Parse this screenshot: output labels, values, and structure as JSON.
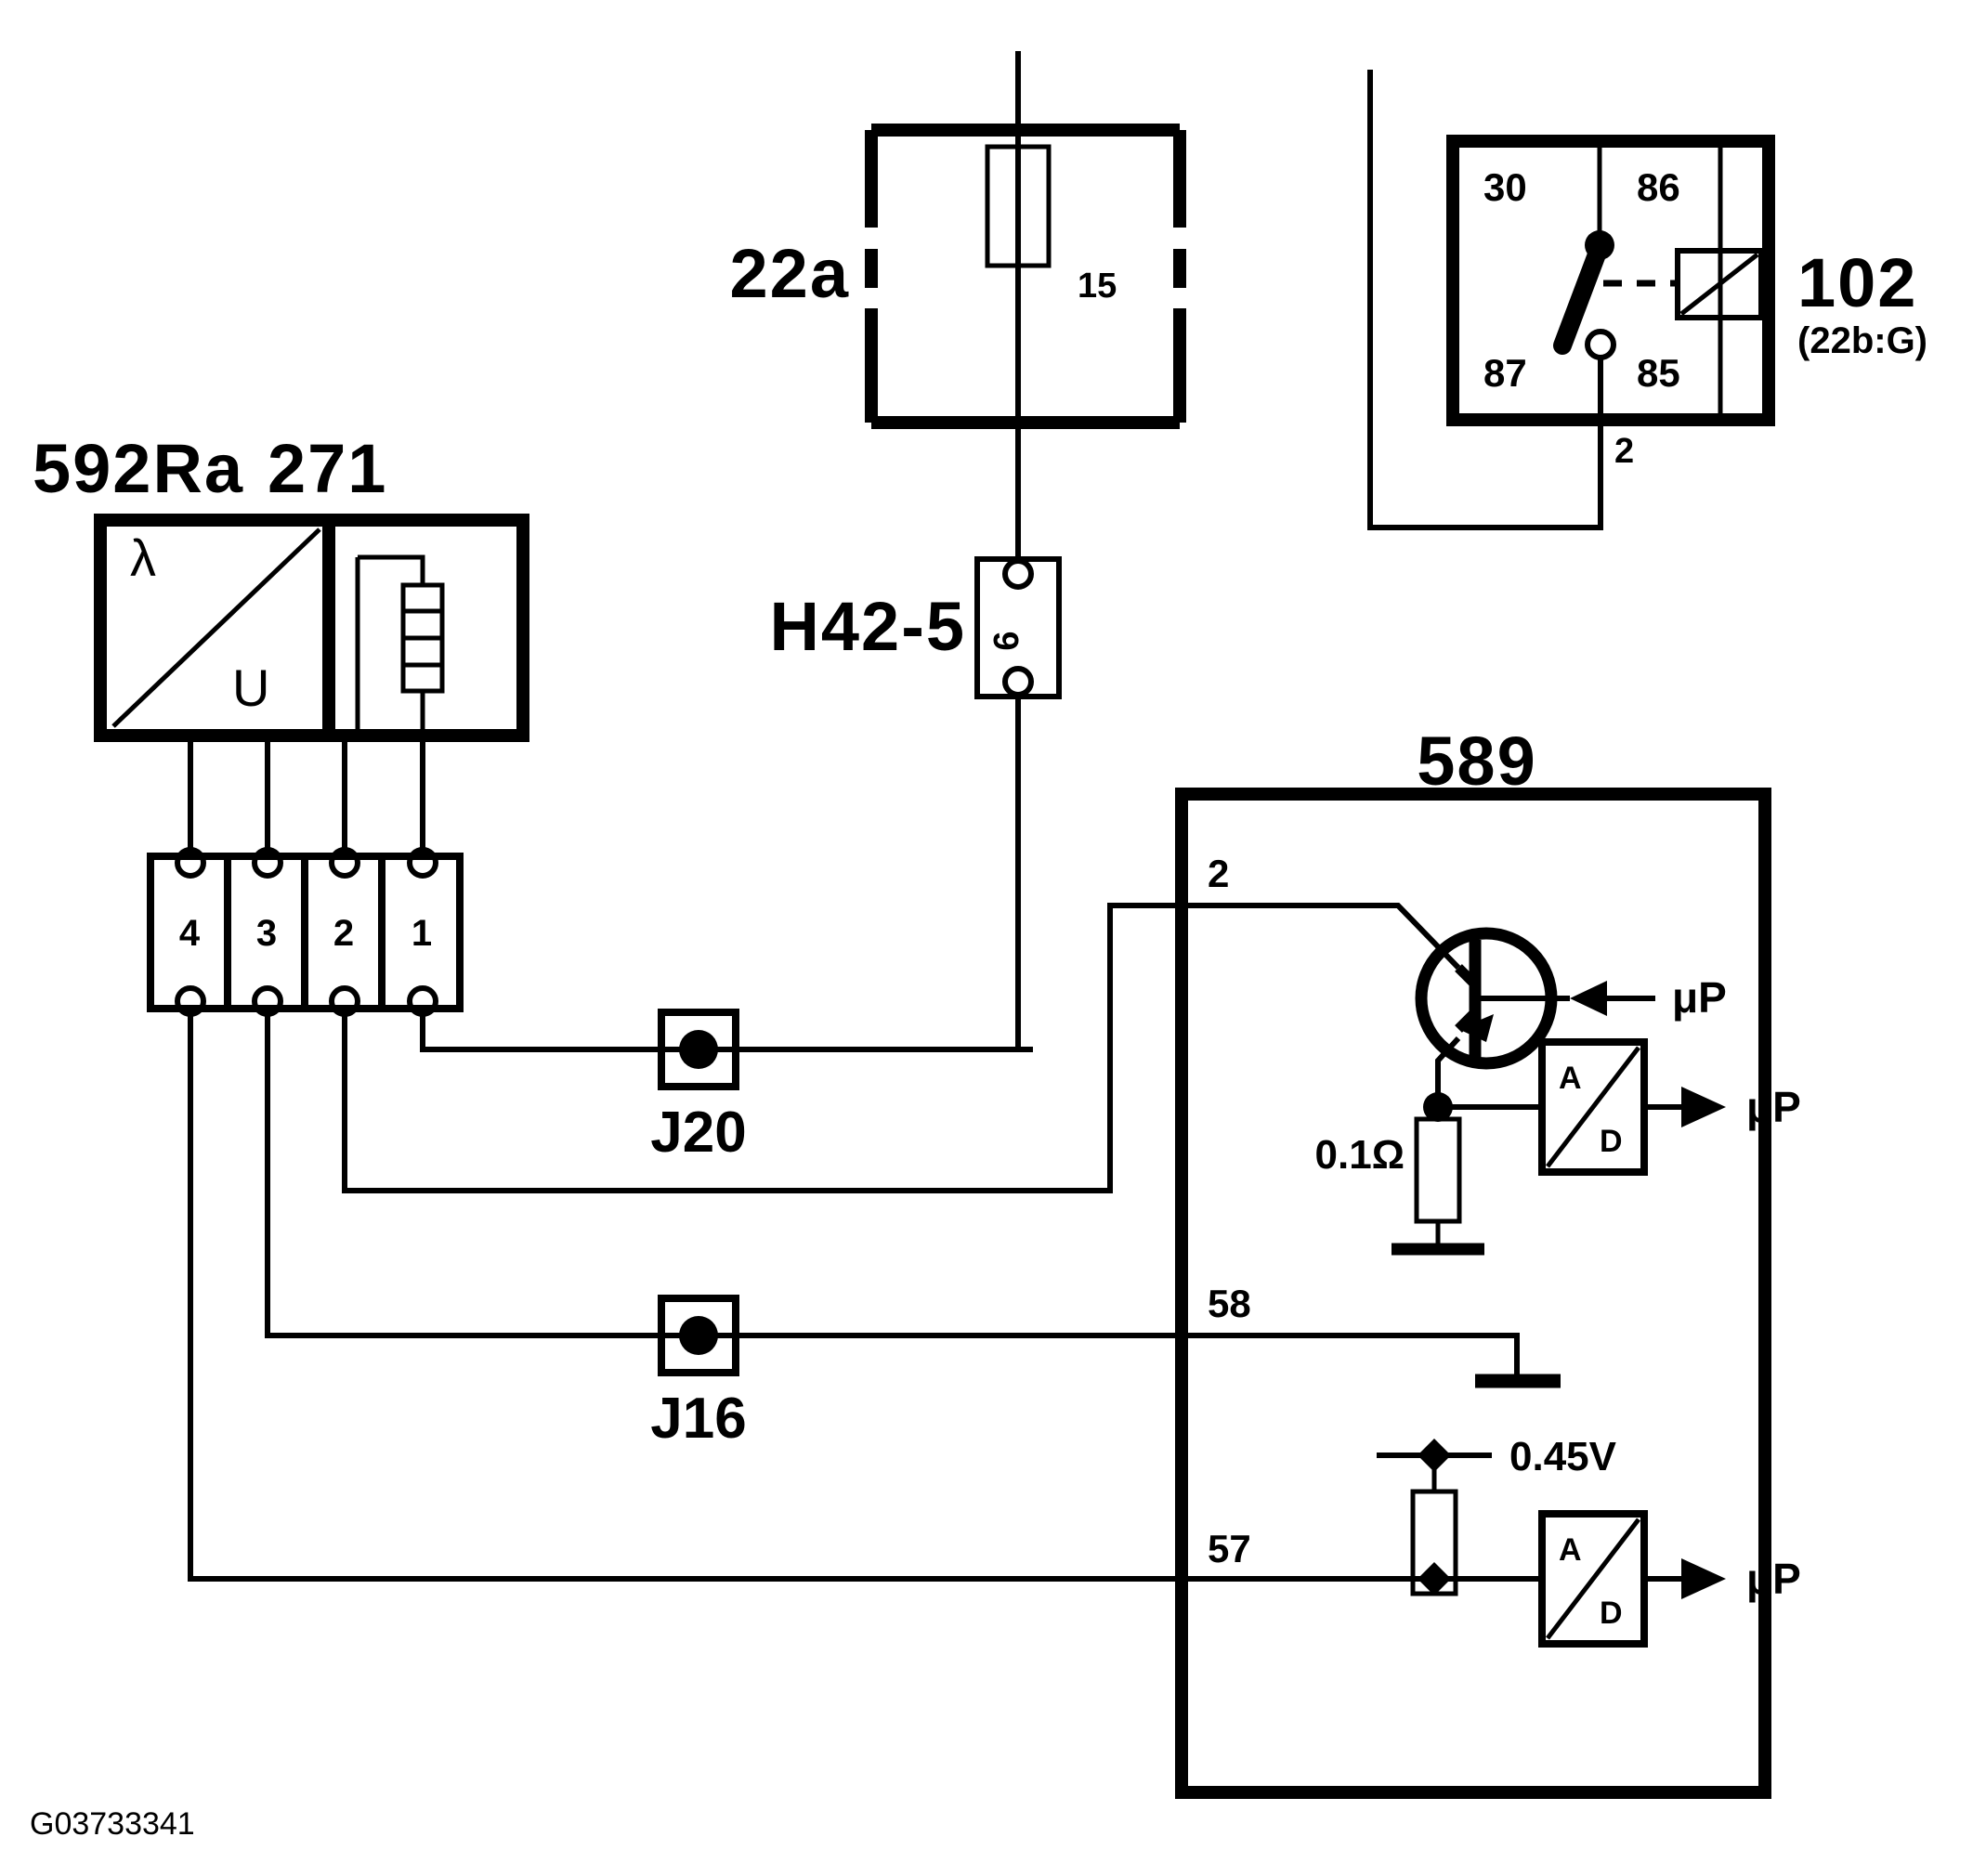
{
  "diagram": {
    "footer_id": "G03733341",
    "components": {
      "oxygen_sensor": {
        "label_sensor": "592Ra",
        "label_heater": "271",
        "symbol_lambda": "λ",
        "symbol_voltage": "U"
      },
      "connector_block": {
        "pins": [
          "4",
          "3",
          "2",
          "1"
        ]
      },
      "fuse_box": {
        "label": "22a",
        "fuse_number": "15"
      },
      "inline_connector": {
        "label": "H42-5",
        "cavity": "6"
      },
      "relay": {
        "label": "102",
        "sub_label": "(22b:G)",
        "terminal_30": "30",
        "terminal_86": "86",
        "terminal_87": "87",
        "terminal_85": "85",
        "wire_label": "2"
      },
      "ecm": {
        "label": "589",
        "terminal_2": "2",
        "terminal_58": "58",
        "terminal_57": "57",
        "shunt_resistor": "0.1Ω",
        "reference_voltage": "0.45V",
        "adc_upper_in": "A",
        "adc_upper_out": "D",
        "adc_lower_in": "A",
        "adc_lower_out": "D",
        "micro_base": "μP",
        "micro_adc_upper": "μP",
        "micro_adc_lower": "μP"
      },
      "splice_j20": {
        "label": "J20"
      },
      "splice_j16": {
        "label": "J16"
      }
    }
  }
}
